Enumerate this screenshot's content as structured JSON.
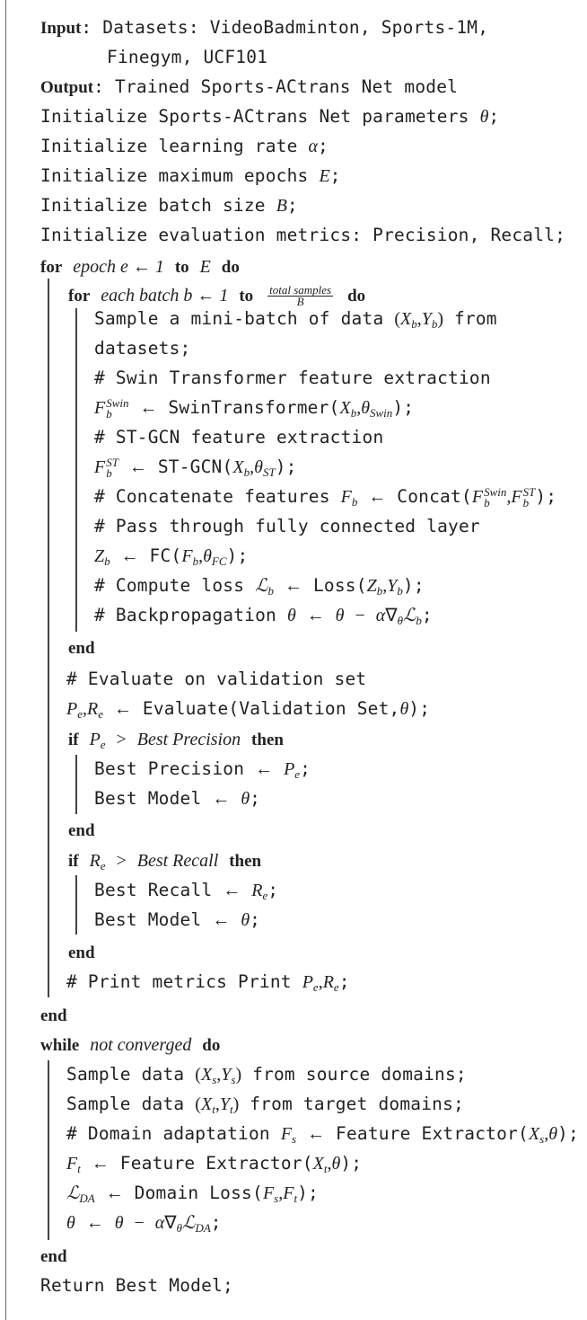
{
  "algorithm": {
    "kw": {
      "input": "Input",
      "output": "Output",
      "for": "for",
      "to": "to",
      "do": "do",
      "end": "end",
      "if": "if",
      "then": "then",
      "while": "while"
    },
    "input_line1": ": Datasets: VideoBadminton, Sports-1M,",
    "input_line2": "Finegym, UCF101",
    "output_text": ": Trained Sports-ACtrans Net model",
    "init_params": "Initialize Sports-ACtrans Net parameters",
    "init_lr": "Initialize learning rate",
    "init_epochs": "Initialize maximum epochs",
    "init_batch": "Initialize batch size",
    "init_metrics": "Initialize evaluation metrics: Precision, Recall;",
    "for_epoch_cond": "epoch e ← 1",
    "for_batch_cond": "each batch b ← 1",
    "frac_num": "total samples",
    "frac_den": "B",
    "sample_line1": "Sample a mini-batch of data",
    "sample_line1_tail": "from",
    "sample_line2": "datasets;",
    "c_swin": "# Swin Transformer feature extraction",
    "swin_call": "SwinTransformer(",
    "c_stgcn": "# ST-GCN feature extraction",
    "stgcn_call": "ST-GCN(",
    "c_concat": "# Concatenate features",
    "concat_call": "Concat(",
    "c_fc": "# Pass through fully connected layer",
    "fc_call": "FC(",
    "c_loss": "# Compute loss",
    "loss_call": "Loss(",
    "c_backprop": "# Backpropagation",
    "c_eval": "# Evaluate on validation set",
    "eval_call": "Evaluate(Validation Set,",
    "best_precision_cond": "Best Precision",
    "best_precision": "Best Precision",
    "best_model": "Best Model",
    "best_recall_cond": "Best Recall",
    "best_recall": "Best Recall",
    "c_print": "# Print metrics Print",
    "while_cond": "not converged",
    "sample_src": "Sample data",
    "sample_src_tail": "from source domains;",
    "sample_tgt": "Sample data",
    "sample_tgt_tail": "from target domains;",
    "c_domain": "# Domain adaptation",
    "feat_call": "Feature Extractor(",
    "dloss_call": "Domain Loss(",
    "return_line": "Return Best Model;"
  }
}
